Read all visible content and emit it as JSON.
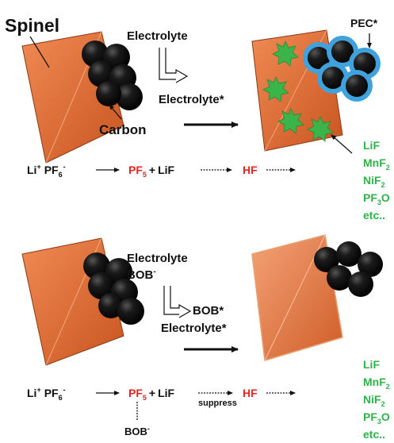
{
  "top": {
    "title": "Spinel",
    "electrolyte_in": "Electrolyte",
    "electrolyte_out": "Electrolyte*",
    "carbon": "Carbon",
    "pec": "PEC*",
    "reaction": {
      "reactant_a": "Li",
      "reactant_a_sup": "+",
      "reactant_b": "PF",
      "reactant_b_sub": "6",
      "reactant_b_sup": "-",
      "product_a": "PF",
      "product_a_sub": "5",
      "plus": "+",
      "product_b": "LiF",
      "hf": "HF"
    },
    "products": [
      {
        "main": "LiF",
        "sub": ""
      },
      {
        "main": "MnF",
        "sub": "2"
      },
      {
        "main": "NiF",
        "sub": "2"
      },
      {
        "main": "PF",
        "sub": "3",
        "tail": "O"
      },
      {
        "main": "etc..",
        "sub": ""
      }
    ]
  },
  "bottom": {
    "electrolyte_in": "Electrolyte",
    "bob_in": "BOB",
    "bob_in_sup": "-",
    "bob_out": "BOB*",
    "electrolyte_out": "Electrolyte*",
    "reaction": {
      "reactant_a": "Li",
      "reactant_a_sup": "+",
      "reactant_b": "PF",
      "reactant_b_sub": "6",
      "reactant_b_sup": "-",
      "product_a": "PF",
      "product_a_sub": "5",
      "plus": "+",
      "product_b": "LiF",
      "suppress": "suppress",
      "hf": "HF",
      "bob_below": "BOB",
      "bob_below_sup": "-"
    },
    "products": [
      {
        "main": "LiF",
        "sub": ""
      },
      {
        "main": "MnF",
        "sub": "2"
      },
      {
        "main": "NiF",
        "sub": "2"
      },
      {
        "main": "PF",
        "sub": "3",
        "tail": "O"
      },
      {
        "main": "etc..",
        "sub": ""
      }
    ]
  },
  "colors": {
    "spinel_fill": "#e5713a",
    "spinel_dark": "#b84a1c",
    "carbon": "#0c0c0c",
    "pec_ring": "#3fa2dc",
    "star": "#3bb44a",
    "red_text": "#e02525",
    "green_text": "#2db34a"
  }
}
